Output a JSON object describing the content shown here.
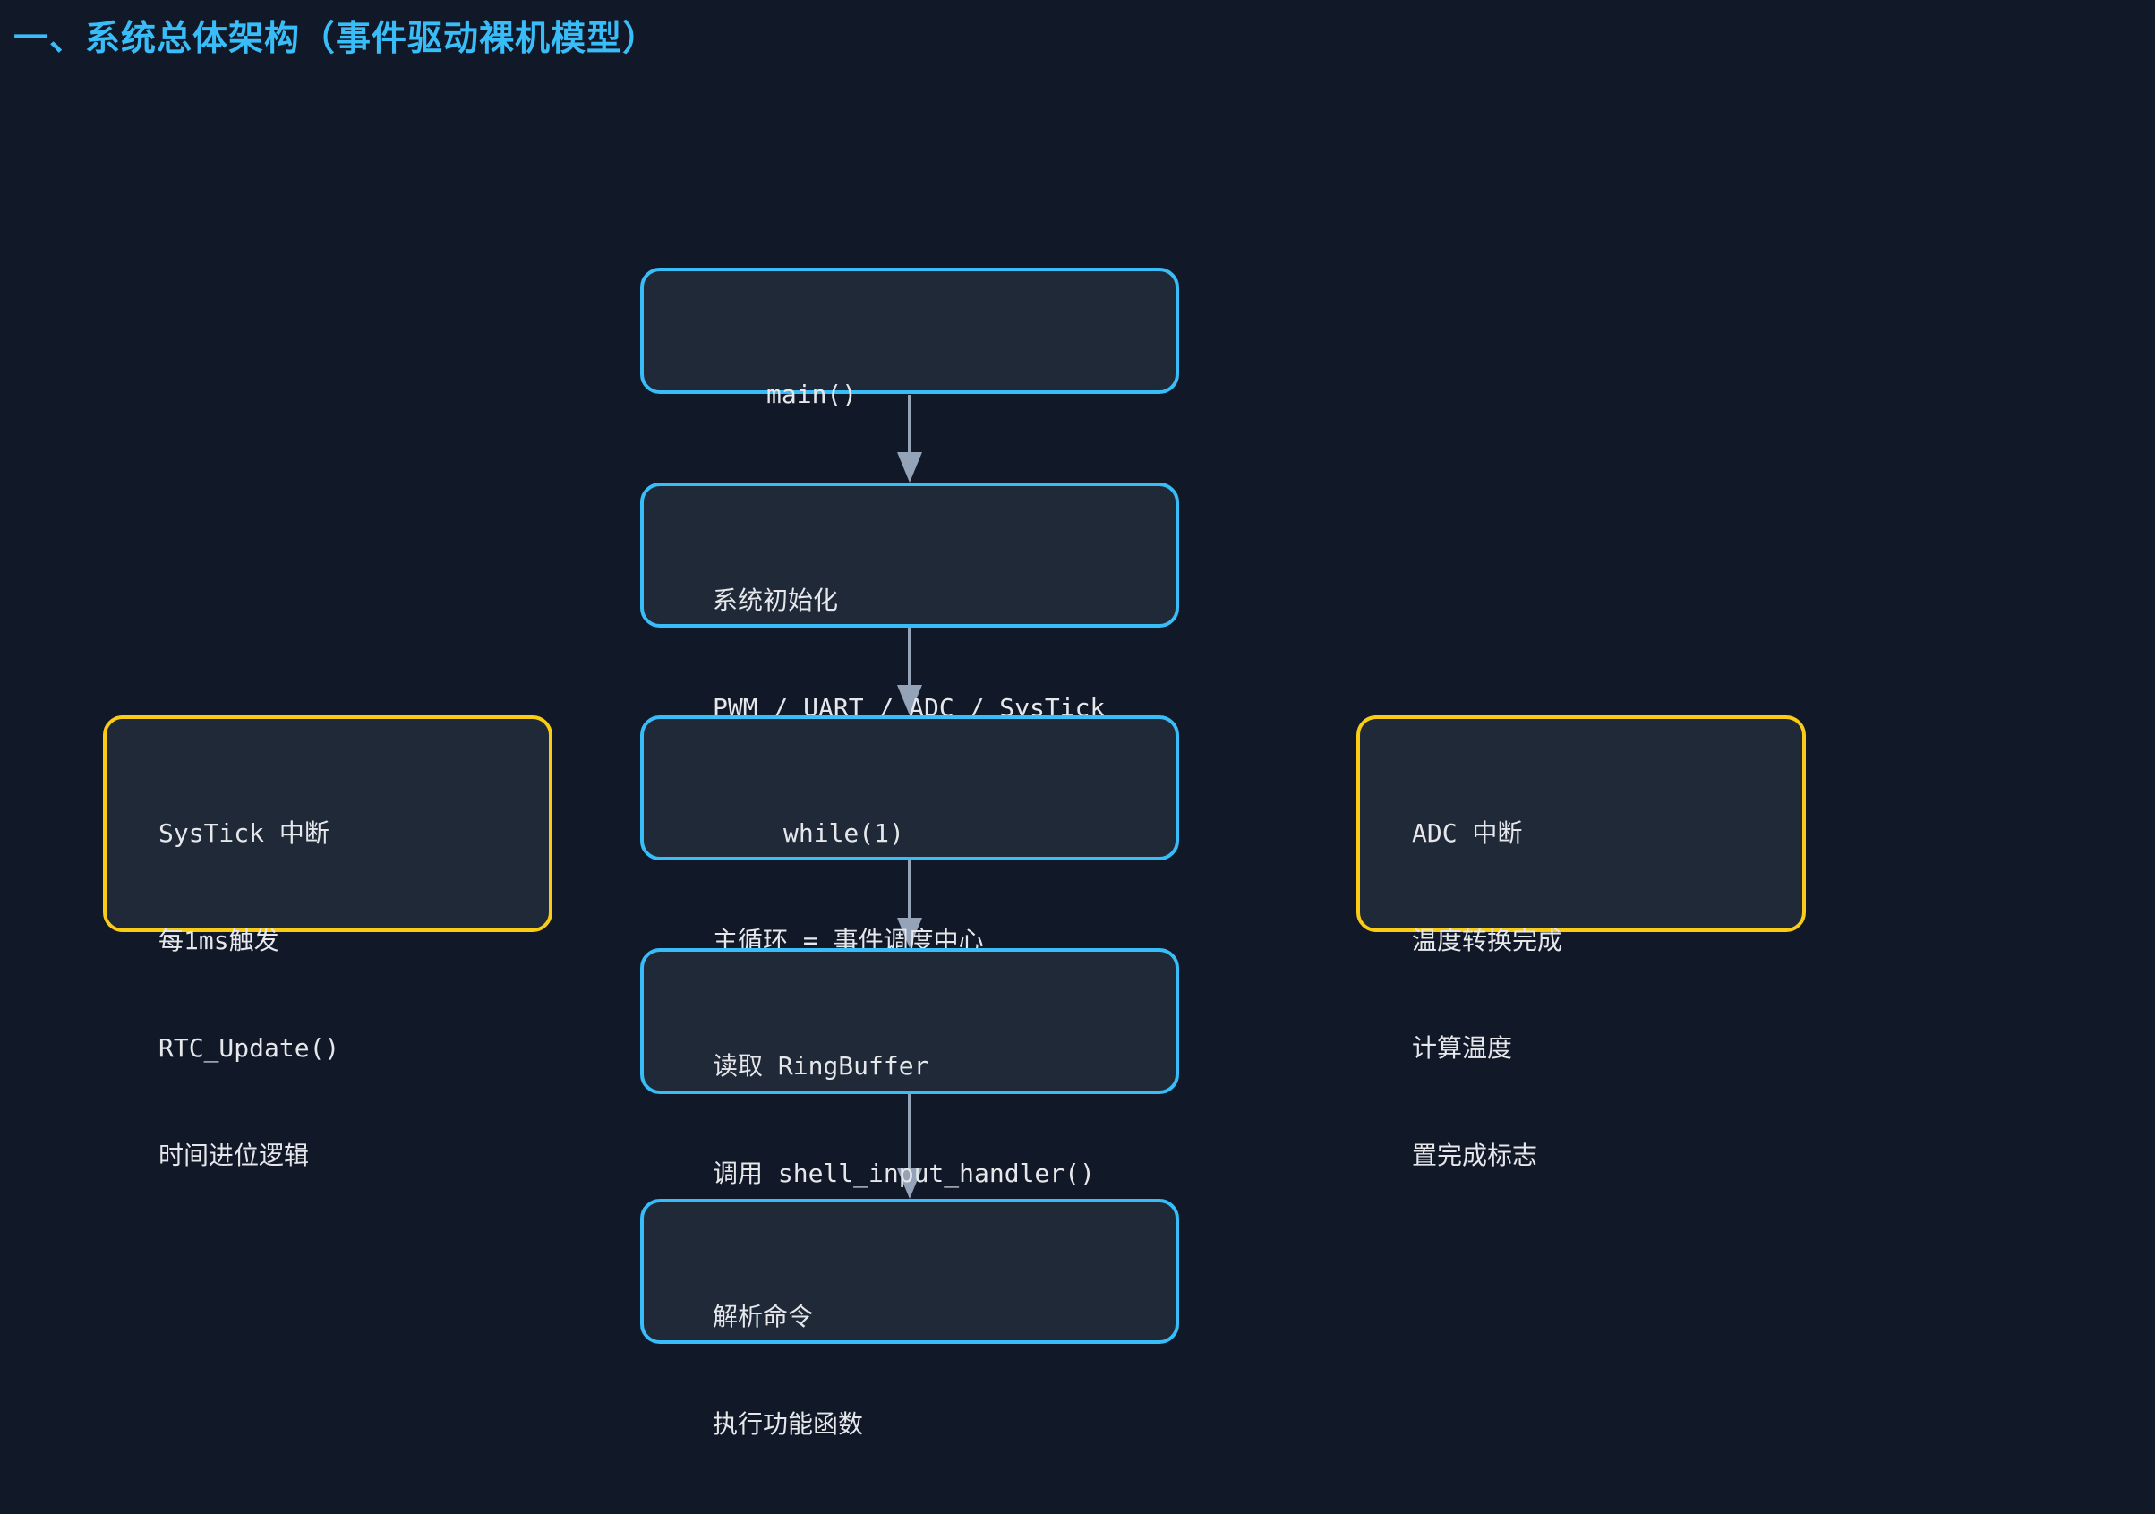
{
  "title": "一、系统总体架构（事件驱动裸机模型）",
  "flow": [
    {
      "id": "main",
      "lines": [
        "main()"
      ]
    },
    {
      "id": "init",
      "lines": [
        "系统初始化",
        "PWM / UART / ADC / SysTick"
      ]
    },
    {
      "id": "loop",
      "lines": [
        "while(1)",
        "主循环 = 事件调度中心"
      ]
    },
    {
      "id": "read",
      "lines": [
        "读取 RingBuffer",
        "调用 shell_input_handler()"
      ]
    },
    {
      "id": "parse",
      "lines": [
        "解析命令",
        "执行功能函数"
      ]
    }
  ],
  "interrupts": {
    "systick": {
      "lines": [
        "SysTick 中断",
        "每1ms触发",
        "RTC_Update()",
        "时间进位逻辑"
      ]
    },
    "adc": {
      "lines": [
        "ADC 中断",
        "温度转换完成",
        "计算温度",
        "置完成标志"
      ]
    }
  },
  "colors": {
    "background": "#111827",
    "box_fill": "#1f2937",
    "flow_border": "#38bdf8",
    "interrupt_border": "#facc15",
    "arrow": "#94a3b8",
    "title": "#38bdf8"
  }
}
